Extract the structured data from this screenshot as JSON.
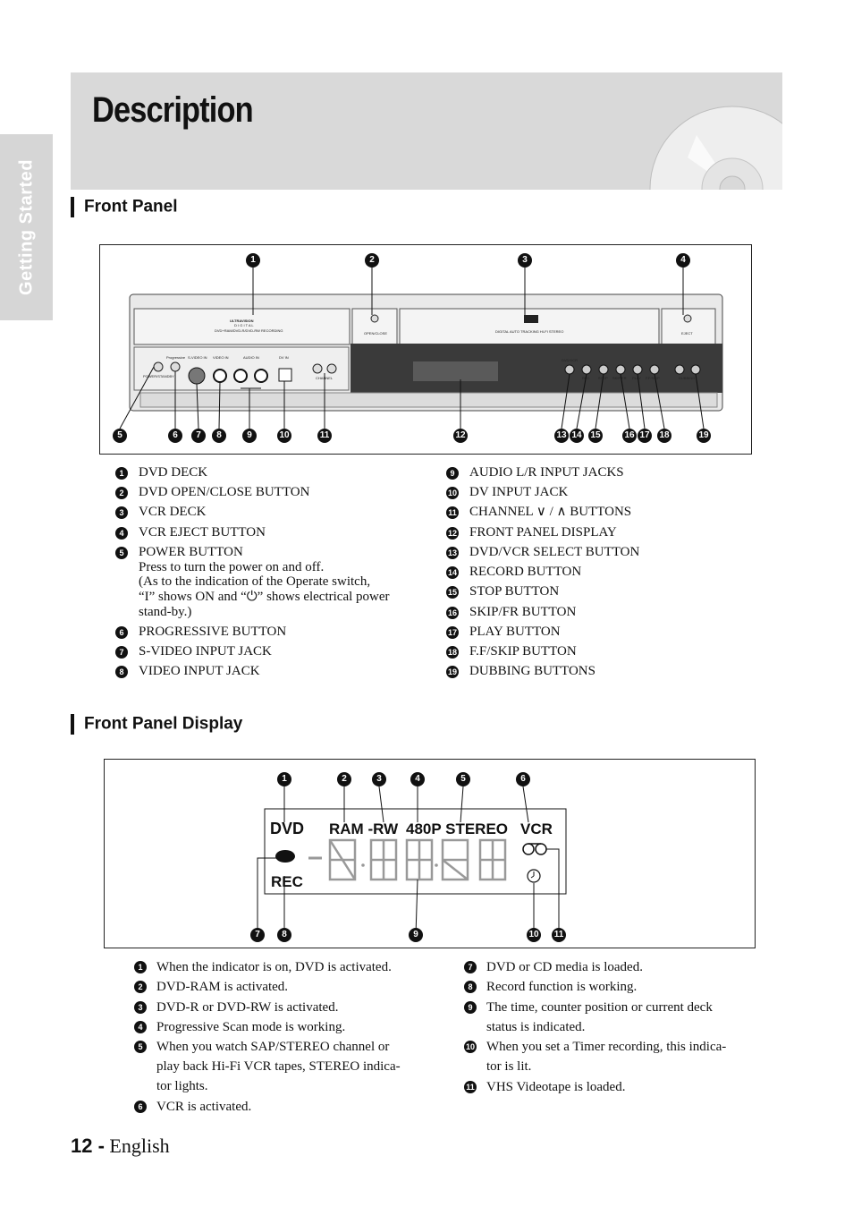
{
  "side_tab": "Getting Started",
  "page_title": "Description",
  "sections": {
    "front_panel": "Front Panel",
    "front_panel_display": "Front Panel Display"
  },
  "device_labels": {
    "brand": "ULTRAVISION",
    "brand_sub": "D I G I T A L",
    "dvd_ram": "DVD+RAM/DVD-R/DVD-RW RECORDING",
    "open_close": "OPEN/CLOSE",
    "vhs_line": "DIGITAL AUTO TRACKING HI-FI STEREO",
    "eject": "EJECT",
    "power": "POWER/STANDBY",
    "progressive": "Progressive",
    "svideo": "S-VIDEO IN",
    "video": "VIDEO IN",
    "audio": "AUDIO IN",
    "dv_in": "DV IN",
    "channel": "CHANNEL",
    "dvd_vcr": "DVD/VCR",
    "rec": "REC",
    "stop": "STOP",
    "skip_fr": "SKIP/FR",
    "play": "PLAY",
    "ff_skip": "F.F/SKIP",
    "dubbing": "DUBBING"
  },
  "front_panel_items_left": [
    {
      "n": "1",
      "text": "DVD DECK"
    },
    {
      "n": "2",
      "text": "DVD OPEN/CLOSE BUTTON"
    },
    {
      "n": "3",
      "text": "VCR DECK"
    },
    {
      "n": "4",
      "text": "VCR EJECT BUTTON"
    },
    {
      "n": "5",
      "text": "POWER BUTTON"
    }
  ],
  "power_note": [
    "Press to turn the power on and off.",
    "(As to the indication of the Operate switch,",
    "“I” shows ON and “⏻” shows electrical power",
    "stand-by.)"
  ],
  "front_panel_items_left2": [
    {
      "n": "6",
      "text": "PROGRESSIVE BUTTON"
    },
    {
      "n": "7",
      "text": "S-VIDEO INPUT JACK"
    },
    {
      "n": "8",
      "text": "VIDEO INPUT JACK"
    }
  ],
  "front_panel_items_right": [
    {
      "n": "9",
      "text": "AUDIO L/R INPUT JACKS"
    },
    {
      "n": "10",
      "text": "DV INPUT JACK"
    },
    {
      "n": "11",
      "text": "CHANNEL  ∨ / ∧  BUTTONS"
    },
    {
      "n": "12",
      "text": "FRONT PANEL DISPLAY"
    },
    {
      "n": "13",
      "text": "DVD/VCR SELECT BUTTON"
    },
    {
      "n": "14",
      "text": "RECORD BUTTON"
    },
    {
      "n": "15",
      "text": "STOP BUTTON"
    },
    {
      "n": "16",
      "text": "SKIP/FR BUTTON"
    },
    {
      "n": "17",
      "text": "PLAY BUTTON"
    },
    {
      "n": "18",
      "text": "F.F/SKIP BUTTON"
    },
    {
      "n": "19",
      "text": "DUBBING BUTTONS"
    }
  ],
  "display_labels": {
    "dvd": "DVD",
    "ram_rw": "RAM -RW",
    "p480_stereo": "480P STEREO",
    "vcr": "VCR",
    "rec": "REC"
  },
  "display_items_left": [
    {
      "n": "1",
      "lines": [
        "When the indicator is on, DVD is activated."
      ]
    },
    {
      "n": "2",
      "lines": [
        "DVD-RAM is activated."
      ]
    },
    {
      "n": "3",
      "lines": [
        "DVD-R or DVD-RW is activated."
      ]
    },
    {
      "n": "4",
      "lines": [
        "Progressive Scan mode is working."
      ]
    },
    {
      "n": "5",
      "lines": [
        "When you watch SAP/STEREO channel or",
        "play back Hi-Fi VCR tapes, STEREO indica-",
        "tor lights."
      ]
    },
    {
      "n": "6",
      "lines": [
        "VCR is activated."
      ]
    }
  ],
  "display_items_right": [
    {
      "n": "7",
      "lines": [
        "DVD or CD media is loaded."
      ]
    },
    {
      "n": "8",
      "lines": [
        "Record function is working."
      ]
    },
    {
      "n": "9",
      "lines": [
        "The time, counter position or current deck",
        "status is indicated."
      ]
    },
    {
      "n": "10",
      "lines": [
        "When you set a Timer recording, this indica-",
        "tor is lit."
      ]
    },
    {
      "n": "11",
      "lines": [
        "VHS Videotape is loaded."
      ]
    }
  ],
  "footer": {
    "page": "12 -",
    "language": "English"
  }
}
